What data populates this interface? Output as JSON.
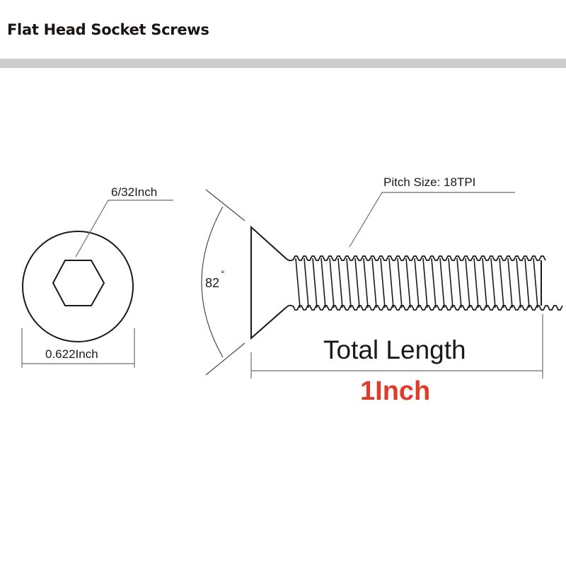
{
  "header": {
    "title": "Flat Head Socket Screws"
  },
  "colors": {
    "title_bar": "#cccccc",
    "line": "#1a1a1a",
    "dimension_line": "#6e6e6e",
    "length_value": "#e03c28"
  },
  "top_view": {
    "hex_socket_label": "6/32Inch",
    "head_diameter_label": "0.622Inch"
  },
  "side_view": {
    "head_angle_label": "82",
    "degree_symbol": "°",
    "pitch_label": "Pitch Size: 18TPI",
    "total_length_label": "Total Length",
    "total_length_value": "1Inch"
  }
}
